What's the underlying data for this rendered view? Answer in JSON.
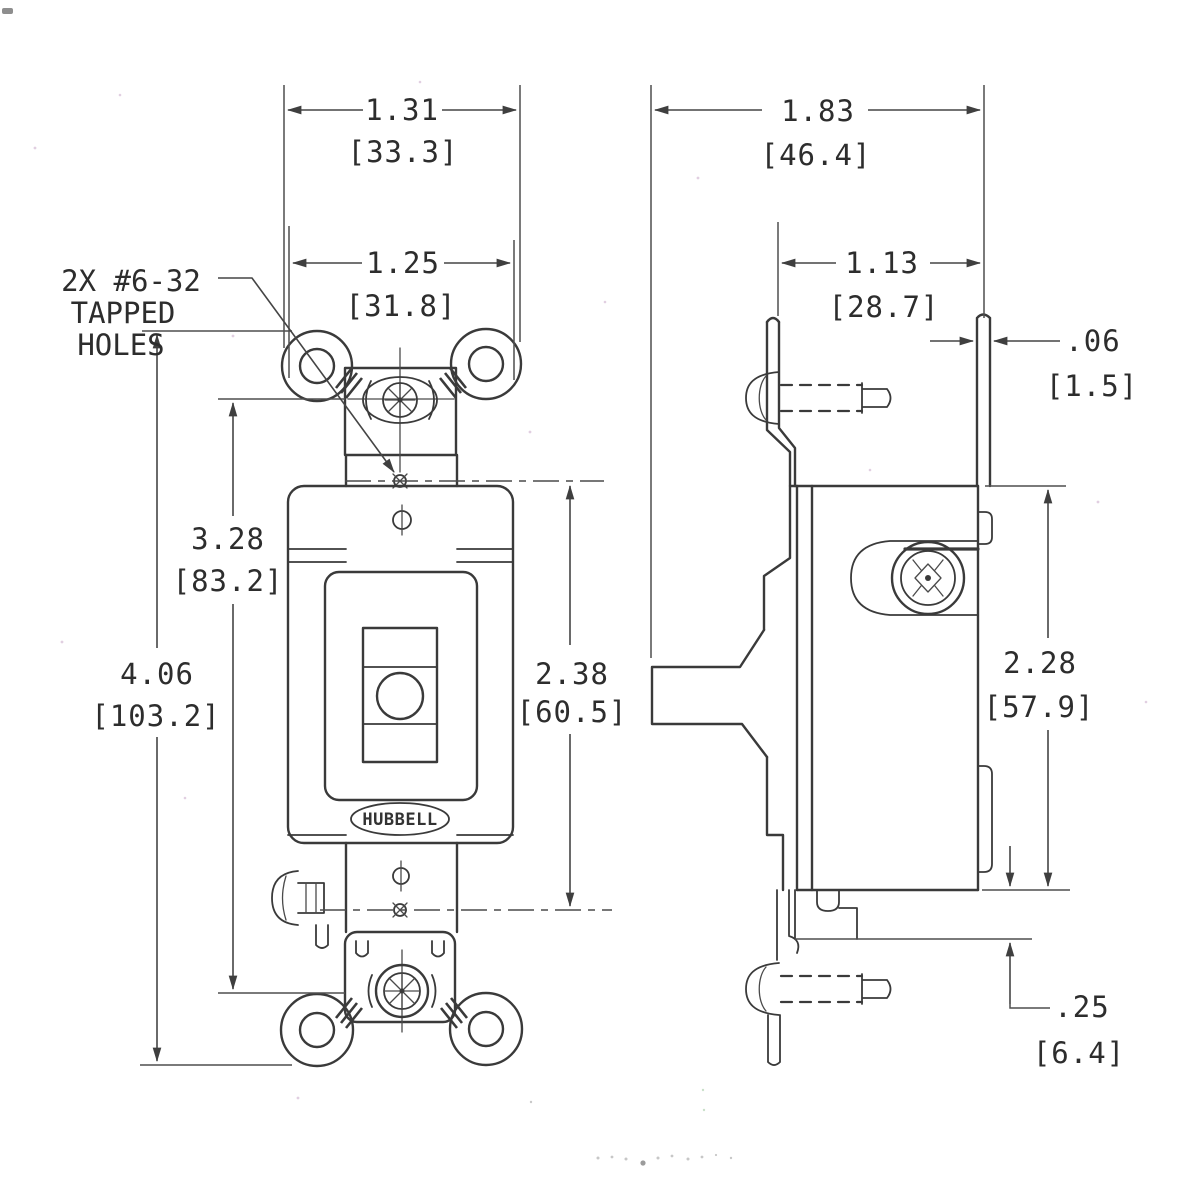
{
  "drawing": {
    "brand_label": "HUBBELL",
    "note": {
      "line1": "2X #6-32",
      "line2": "TAPPED",
      "line3": "HOLES"
    },
    "front_view": {
      "overall_width_in": "1.31",
      "overall_width_mm": "[33.3]",
      "body_width_in": "1.25",
      "body_width_mm": "[31.8]",
      "mount_hole_spacing_in": "3.28",
      "mount_hole_spacing_mm": "[83.2]",
      "overall_height_in": "4.06",
      "overall_height_mm": "[103.2]",
      "tapped_hole_spacing_in": "2.38",
      "tapped_hole_spacing_mm": "[60.5]"
    },
    "side_view": {
      "overall_depth_in": "1.83",
      "overall_depth_mm": "[46.4]",
      "body_depth_in": "1.13",
      "body_depth_mm": "[28.7]",
      "strap_thickness_in": ".06",
      "strap_thickness_mm": "[1.5]",
      "body_height_in": "2.28",
      "body_height_mm": "[57.9]",
      "strap_offset_in": ".25",
      "strap_offset_mm": "[6.4]"
    }
  }
}
